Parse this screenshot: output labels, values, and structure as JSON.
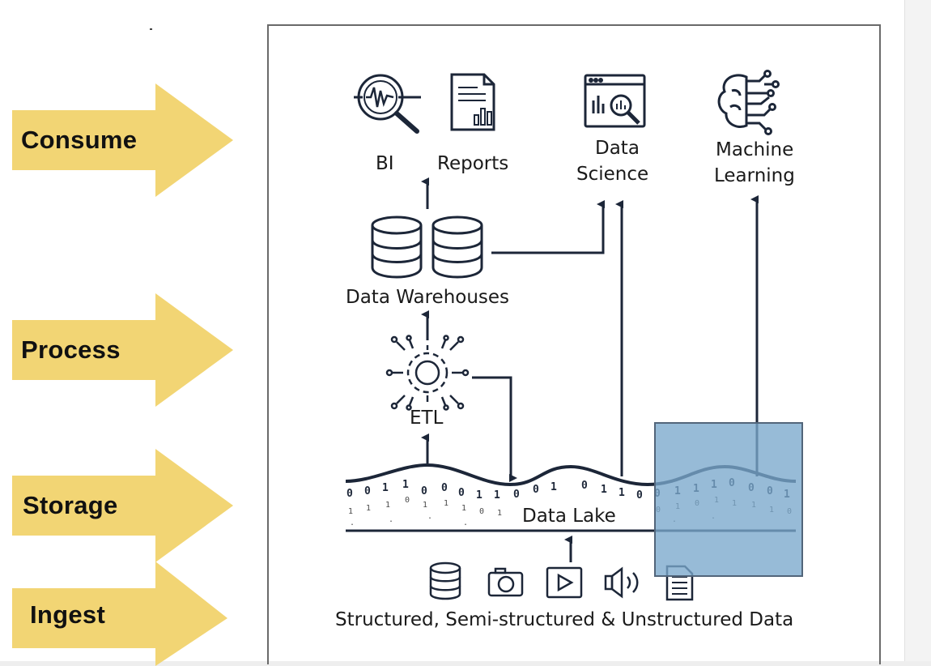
{
  "stages": [
    {
      "id": "consume",
      "label": "Consume"
    },
    {
      "id": "process",
      "label": "Process"
    },
    {
      "id": "storage",
      "label": "Storage"
    },
    {
      "id": "ingest",
      "label": "Ingest"
    }
  ],
  "diagram": {
    "bi": "BI",
    "reports": "Reports",
    "data_science": [
      "Data",
      "Science"
    ],
    "machine_learning": [
      "Machine",
      "Learning"
    ],
    "data_warehouses": "Data Warehouses",
    "etl": "ETL",
    "data_lake": "Data Lake",
    "sources": "Structured, Semi-structured & Unstructured Data",
    "lake_bits": "0 1 0 1 1 0 0 1 1 0 1 1 0 0 1 1 0 1 0 0 1 0 1 1 0 0 1 1 0 1 0 1 1 0 0 1",
    "source_icons": [
      "database-icon",
      "camera-icon",
      "play-icon",
      "speaker-icon",
      "document-icon"
    ]
  },
  "colors": {
    "arrow_fill": "#f2d574",
    "ink": "#1c2638",
    "highlight": "#7aa8cc"
  }
}
